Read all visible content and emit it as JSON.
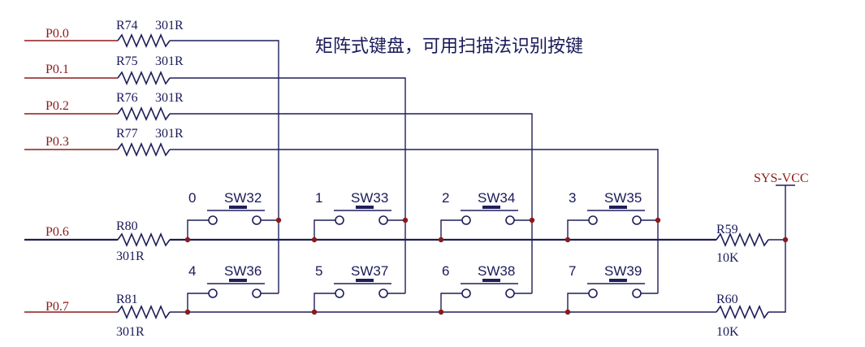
{
  "title": "矩阵式键盘，可用扫描法识别按键",
  "rows": [
    {
      "net": "P0.0",
      "res": "R74",
      "val": "301R"
    },
    {
      "net": "P0.1",
      "res": "R75",
      "val": "301R"
    },
    {
      "net": "P0.2",
      "res": "R76",
      "val": "301R"
    },
    {
      "net": "P0.3",
      "res": "R77",
      "val": "301R"
    }
  ],
  "cols": [
    {
      "net": "P0.6",
      "res": "R80",
      "val": "301R",
      "pull": "R59",
      "pull_val": "10K"
    },
    {
      "net": "P0.7",
      "res": "R81",
      "val": "301R",
      "pull": "R60",
      "pull_val": "10K"
    }
  ],
  "switches": [
    {
      "key": "0",
      "name": "SW32"
    },
    {
      "key": "1",
      "name": "SW33"
    },
    {
      "key": "2",
      "name": "SW34"
    },
    {
      "key": "3",
      "name": "SW35"
    },
    {
      "key": "4",
      "name": "SW36"
    },
    {
      "key": "5",
      "name": "SW37"
    },
    {
      "key": "6",
      "name": "SW38"
    },
    {
      "key": "7",
      "name": "SW39"
    }
  ],
  "vcc": "SYS-VCC",
  "colors": {
    "net_label": "#8b1a1a",
    "wire": "#1e1e5a",
    "junction": "#8b1a1a"
  }
}
